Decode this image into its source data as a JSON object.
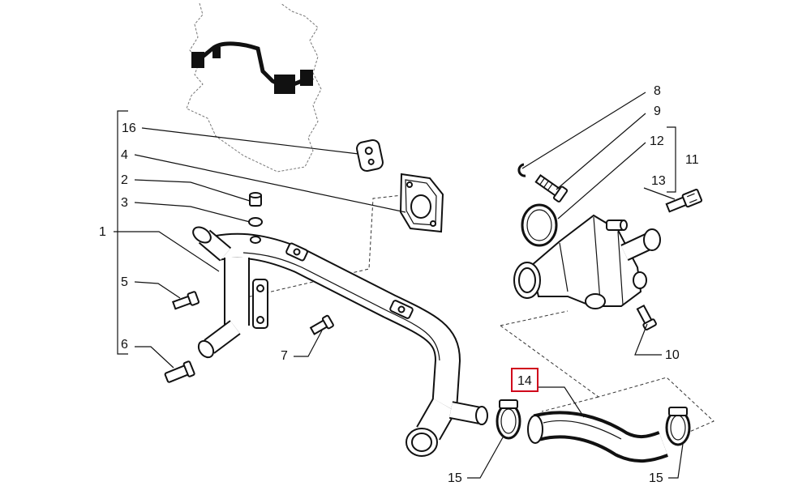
{
  "callouts": [
    "16",
    "4",
    "2",
    "3",
    "1",
    "5",
    "6",
    "7",
    "8",
    "9",
    "12",
    "11",
    "13",
    "10",
    "14",
    "15",
    "15"
  ],
  "colors": {
    "line": "#111111",
    "background": "#ffffff",
    "highlight": "#d0021b"
  }
}
